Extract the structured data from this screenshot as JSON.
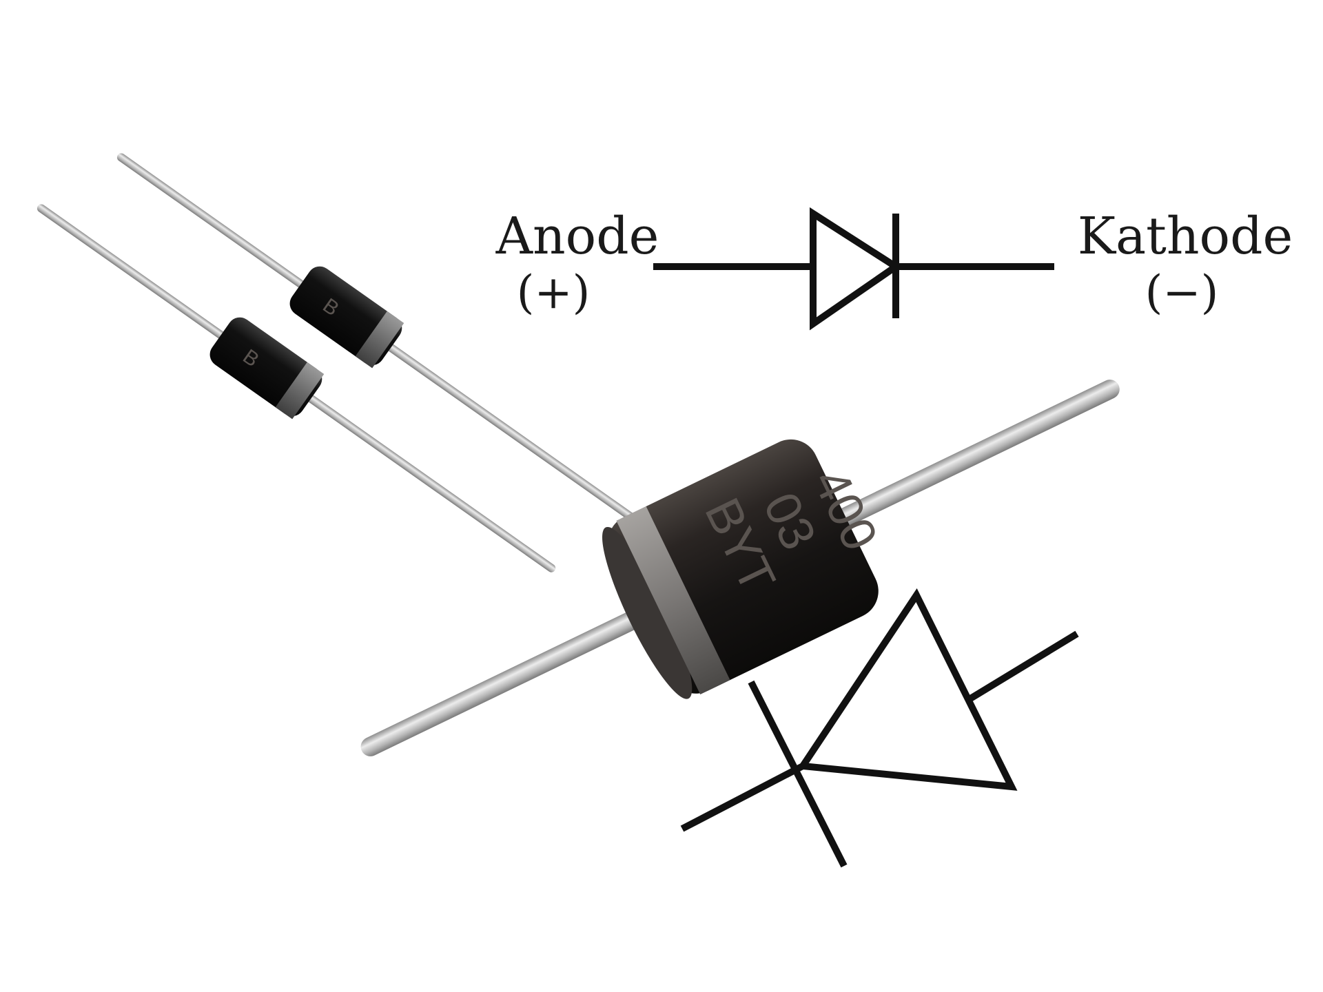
{
  "labels": {
    "anode": "Anode",
    "anode_sign": "(+)",
    "cathode": "Kathode",
    "cathode_sign": "(−)"
  },
  "diode_marking": {
    "line1": "BYT",
    "line2": "03",
    "line3": "400"
  },
  "small_diode_marking": "B",
  "colors": {
    "background": "#ffffff",
    "symbol": "#111111",
    "body": "#1c1c1c",
    "band": "#6d6d6d",
    "lead": "#b8b8b8"
  }
}
